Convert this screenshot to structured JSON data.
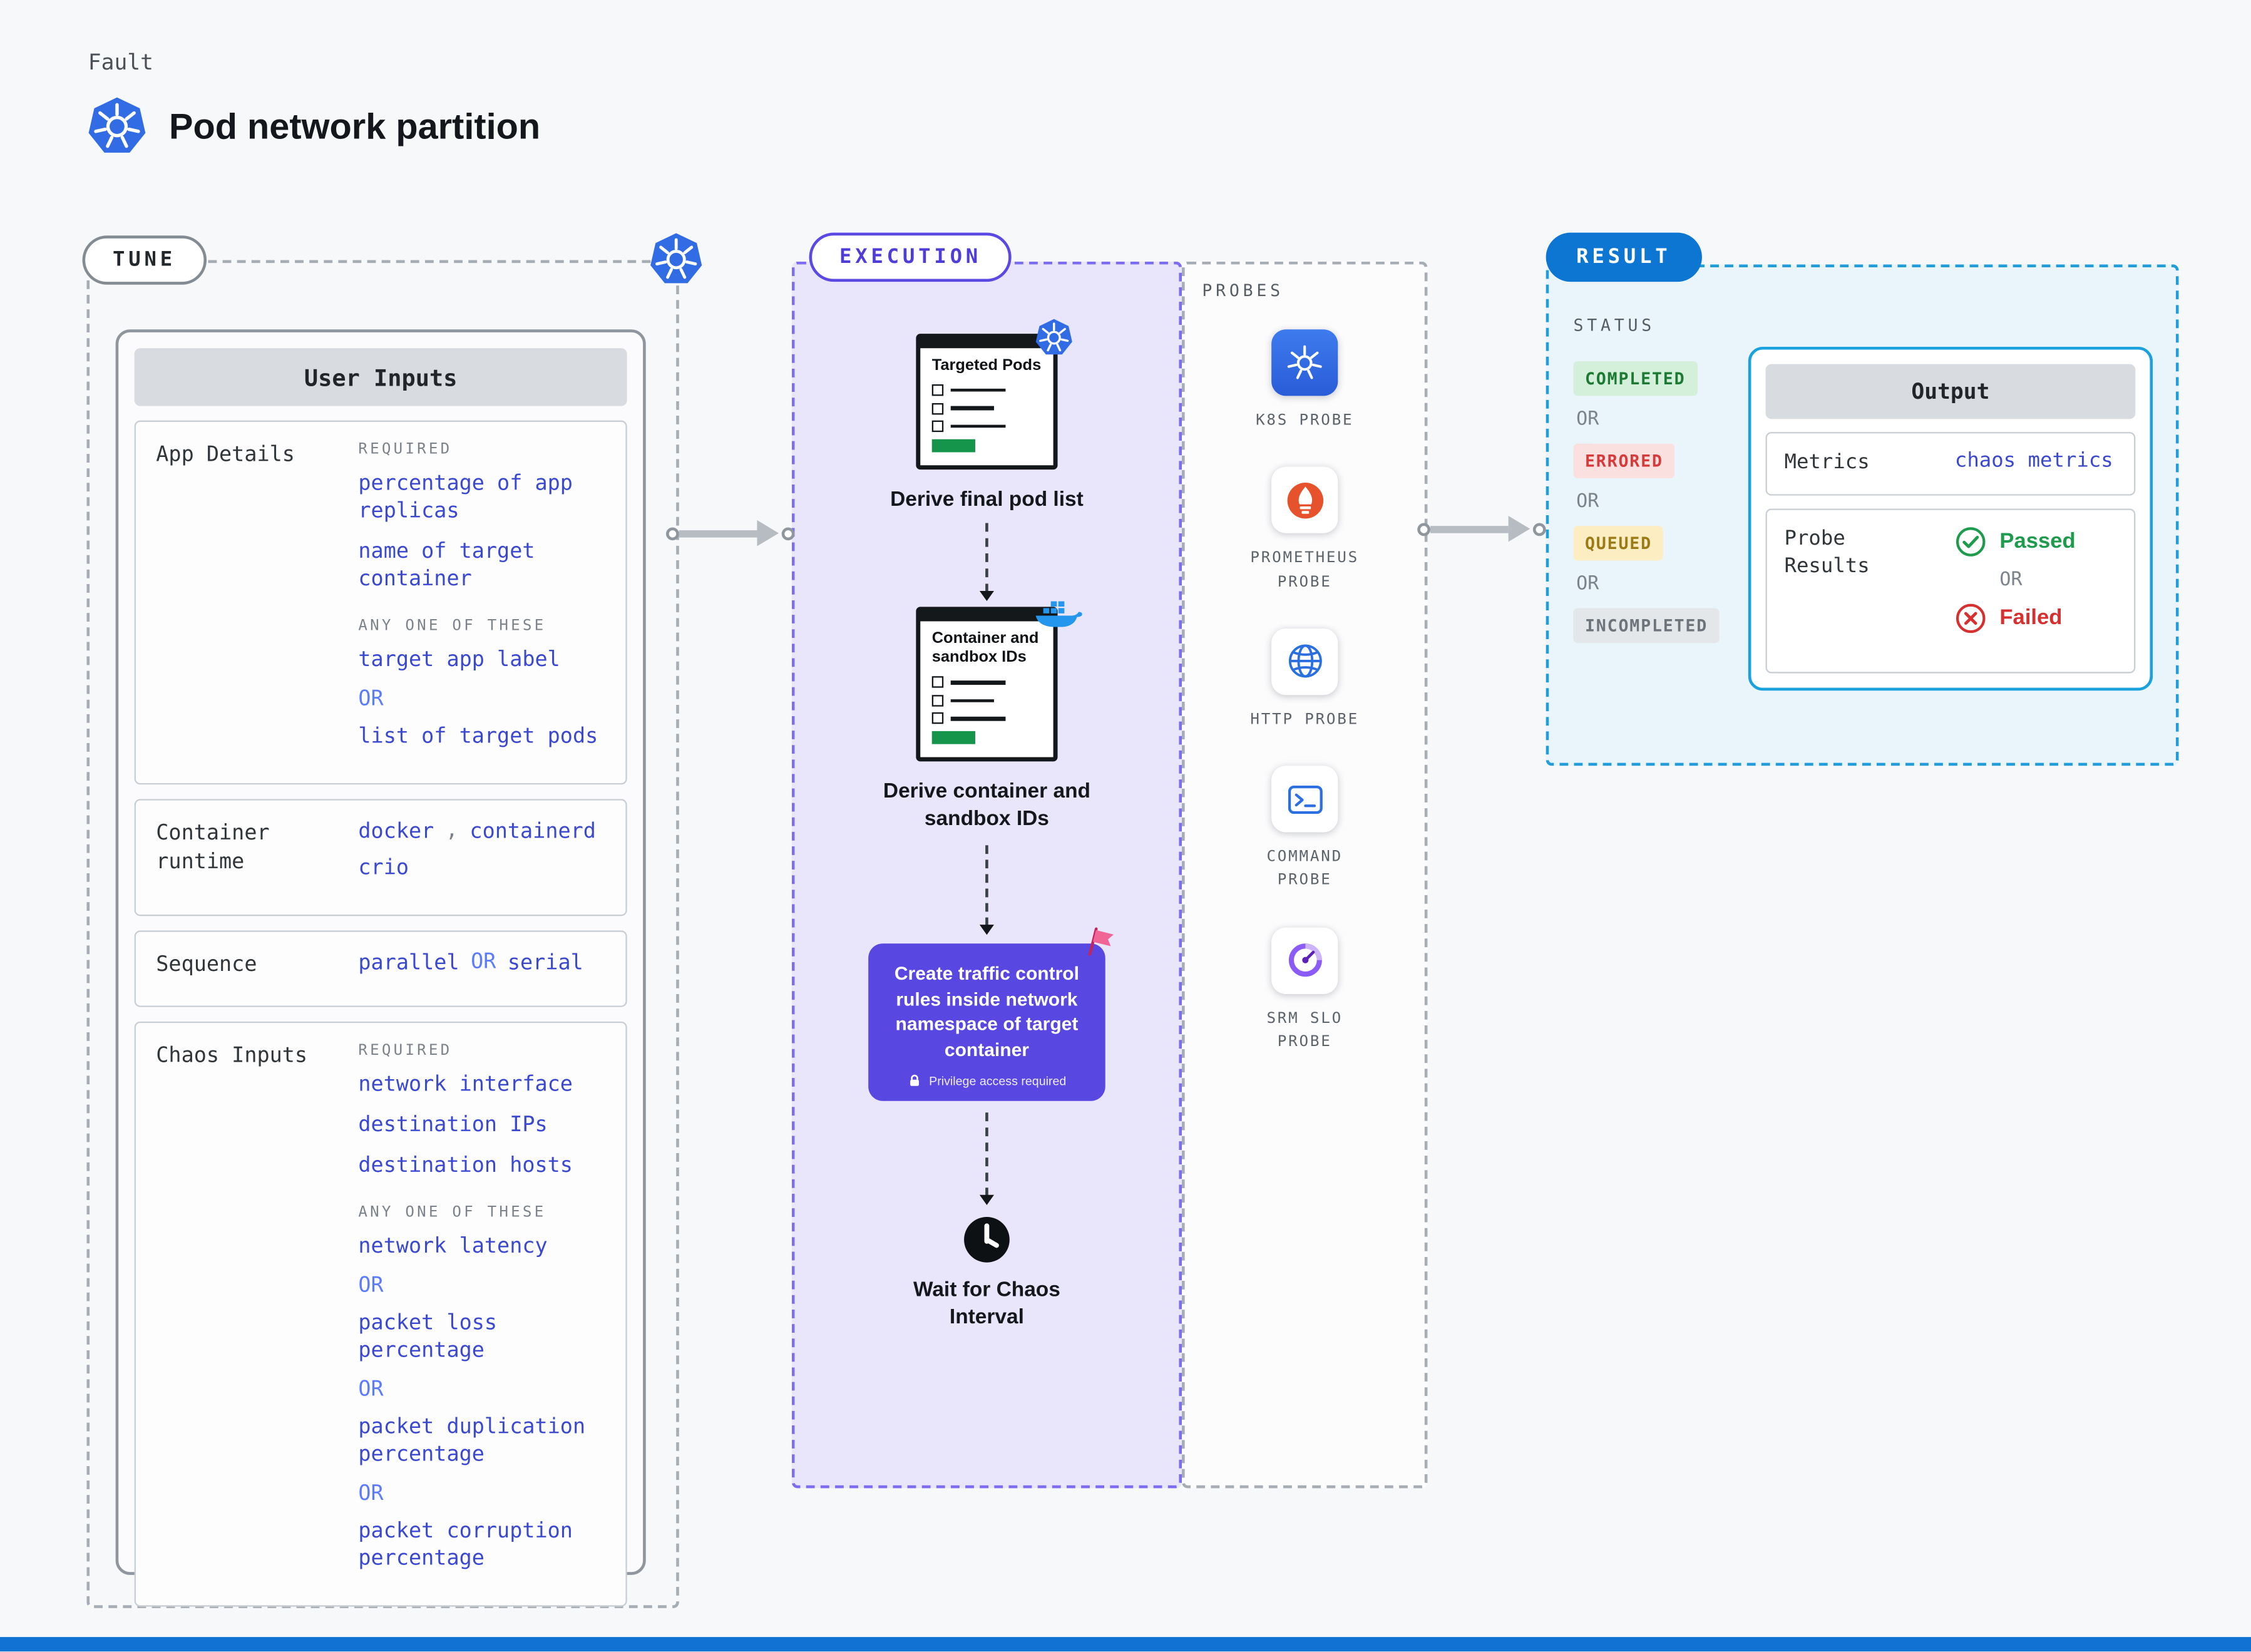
{
  "palette": {
    "page_bg": "#f7f8fa",
    "link_blue": "#3a49cf",
    "or_blue": "#5d7cfa",
    "execution_purple": "#5847e0",
    "execution_fill": "#e9e6fb",
    "result_pill_blue": "#0c76d2",
    "result_border_blue": "#229dd9",
    "output_border_cyan": "#1ba2dc",
    "kubernetes_blue": "#326ce5",
    "docker_blue": "#2496ed",
    "prometheus_orange": "#e6522c",
    "success_green": "#1f9b4d",
    "error_red": "#d63031",
    "completed_bg": "#d5f0da",
    "completed_text": "#1d7a34",
    "errored_bg": "#fbe0e0",
    "errored_text": "#d73a3a",
    "queued_bg": "#fcedc3",
    "queued_text": "#9c7a16",
    "incompleted_bg": "#e4e7ea",
    "incompleted_text": "#6d747b"
  },
  "labels": {
    "or": "OR",
    "required": "REQUIRED",
    "any_one": "ANY ONE OF THESE"
  },
  "header": {
    "kicker": "Fault",
    "title": "Pod network partition"
  },
  "tune": {
    "badge": "TUNE",
    "panel_title": "User Inputs",
    "app_details": {
      "label": "App Details",
      "required_items": [
        "percentage of app replicas",
        "name of target container"
      ],
      "any_one_items": [
        "target app label",
        "list of target pods"
      ]
    },
    "container_runtime": {
      "label": "Container runtime",
      "values": [
        "docker",
        "containerd",
        "crio"
      ],
      "separator": ","
    },
    "sequence": {
      "label": "Sequence",
      "values": [
        "parallel",
        "serial"
      ]
    },
    "chaos_inputs": {
      "label": "Chaos Inputs",
      "required_items": [
        "network interface",
        "destination IPs",
        "destination hosts"
      ],
      "any_one_items": [
        "network latency",
        "packet loss percentage",
        "packet duplication percentage",
        "packet corruption percentage"
      ]
    }
  },
  "execution": {
    "badge": "EXECUTION",
    "step1": {
      "icon_title": "Targeted Pods",
      "caption": "Derive final pod list"
    },
    "step2": {
      "icon_title": "Container and sandbox IDs",
      "caption": "Derive container and sandbox IDs"
    },
    "step3": {
      "caption": "Create traffic control rules inside network namespace of target container",
      "note": "Privilege access required"
    },
    "step4": {
      "caption": "Wait for Chaos Interval"
    },
    "probes": {
      "title": "PROBES",
      "items": [
        {
          "name": "K8S PROBE",
          "icon": "kubernetes-icon"
        },
        {
          "name": "PROMETHEUS PROBE",
          "icon": "prometheus-icon"
        },
        {
          "name": "HTTP PROBE",
          "icon": "globe-icon"
        },
        {
          "name": "COMMAND PROBE",
          "icon": "terminal-icon"
        },
        {
          "name": "SRM SLO PROBE",
          "icon": "gauge-icon"
        }
      ]
    }
  },
  "result": {
    "badge": "RESULT",
    "status": {
      "title": "STATUS",
      "badges": [
        "COMPLETED",
        "ERRORED",
        "QUEUED",
        "INCOMPLETED"
      ]
    },
    "output": {
      "title": "Output",
      "metrics_label": "Metrics",
      "metrics_value": "chaos metrics",
      "probe_results_label": "Probe Results",
      "passed": "Passed",
      "failed": "Failed"
    }
  }
}
